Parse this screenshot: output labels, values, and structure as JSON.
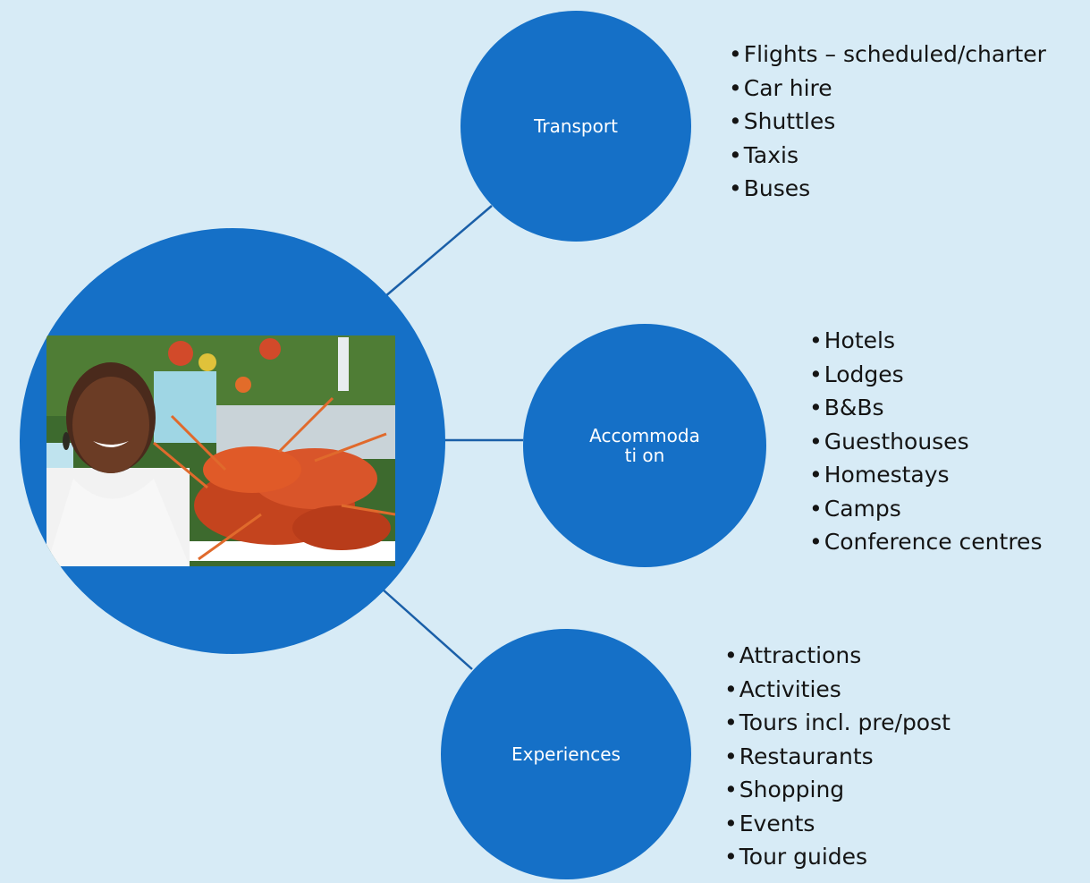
{
  "nodes": {
    "transport": {
      "label": "Transport",
      "items": [
        "Flights – scheduled/charter",
        "Car hire",
        "Shuttles",
        "Taxis",
        "Buses"
      ]
    },
    "accommodation": {
      "label": "Accommodati on",
      "items": [
        "Hotels",
        "Lodges",
        "B&Bs",
        "Guesthouses",
        "Homestays",
        "Camps",
        "Conference centres"
      ]
    },
    "experiences": {
      "label": "Experiences",
      "items": [
        "Attractions",
        "Activities",
        "Tours incl. pre/post",
        "Restaurants",
        "Shopping",
        "Events",
        "Tour guides"
      ]
    }
  },
  "colors": {
    "background": "#d7ebf6",
    "circle": "#1570c7",
    "connector": "#1a5fa8",
    "text": "#141414"
  },
  "hub_photo": "woman-with-lobsters-photo"
}
